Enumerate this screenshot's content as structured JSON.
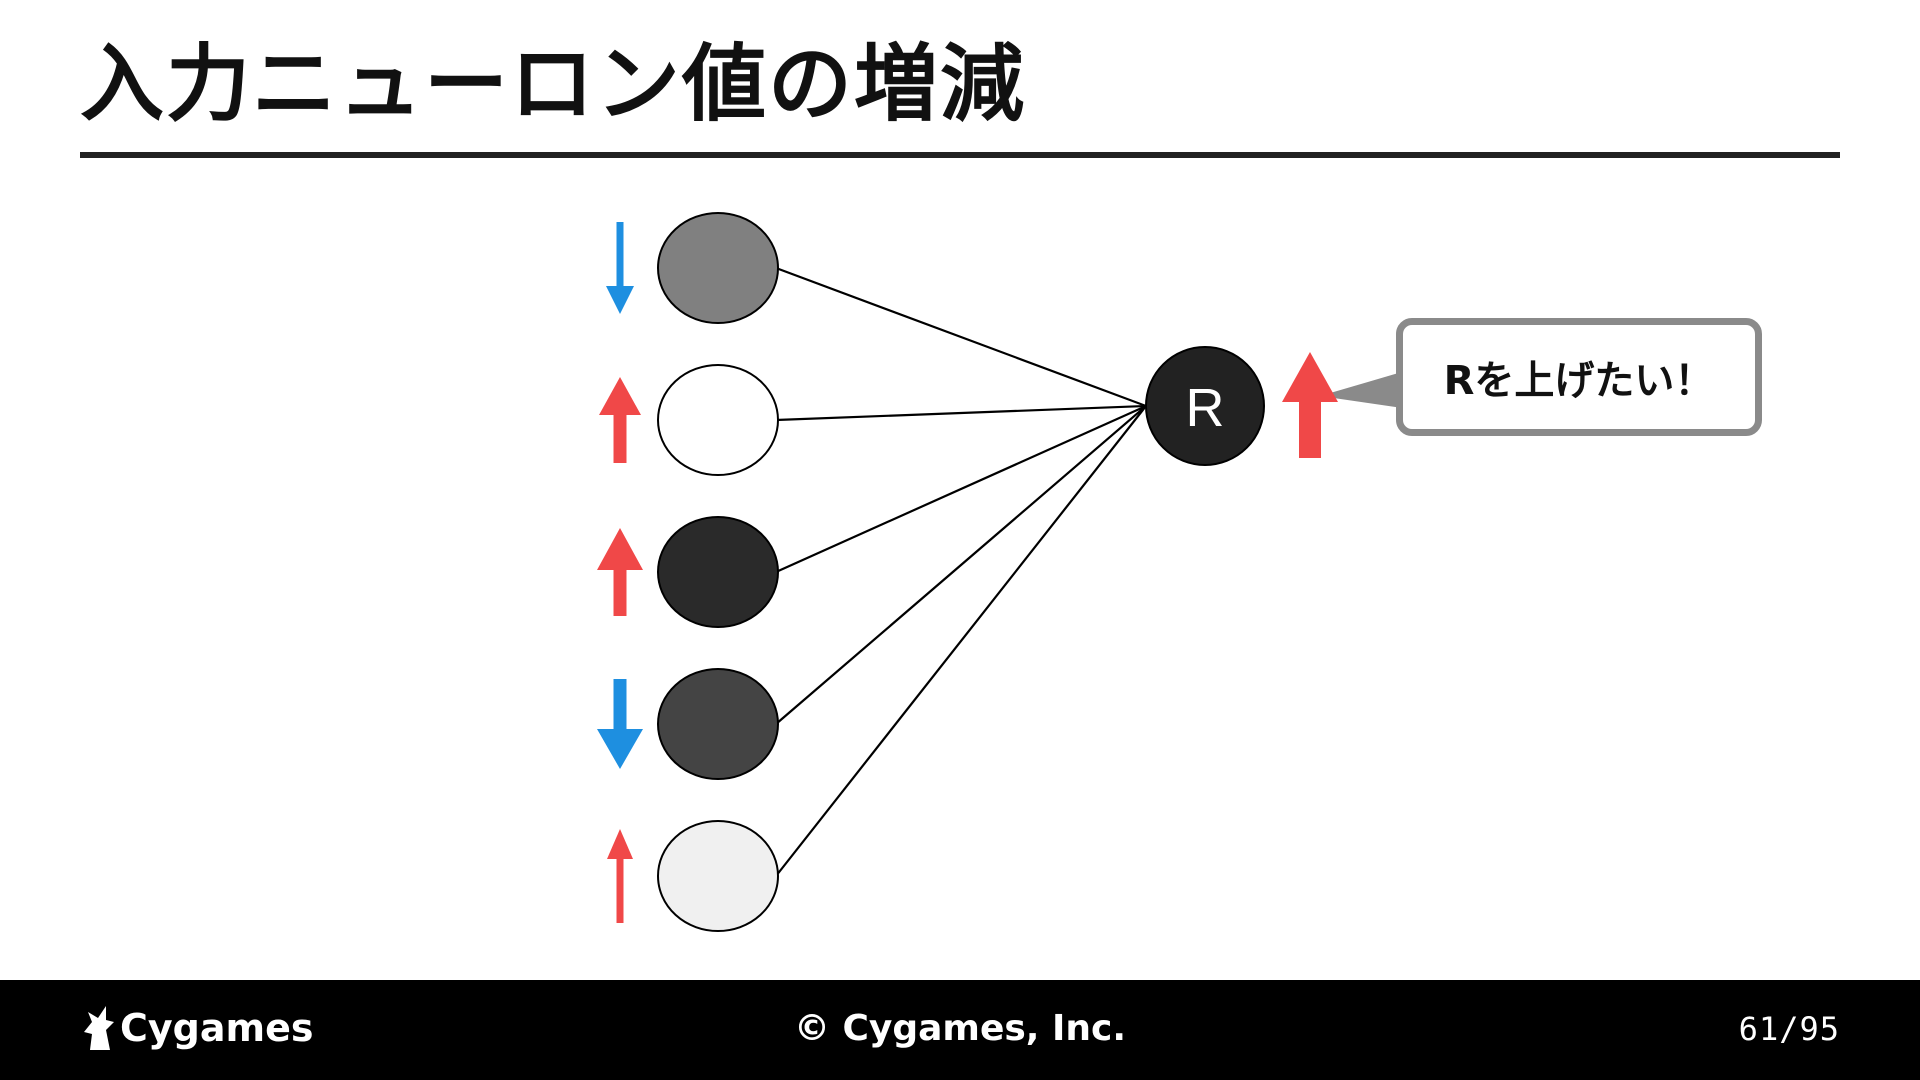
{
  "slide": {
    "title": "入力ニューロン値の増減"
  },
  "diagram": {
    "output_neuron_label": "R",
    "callout_text": "Rを上げたい！",
    "output_arrow_direction": "up",
    "input_neurons": [
      {
        "fill": "#808080",
        "arrow": "down"
      },
      {
        "fill": "#ffffff",
        "arrow": "up"
      },
      {
        "fill": "#2a2a2a",
        "arrow": "up"
      },
      {
        "fill": "#444444",
        "arrow": "down"
      },
      {
        "fill": "#f0f0f0",
        "arrow": "up"
      }
    ],
    "colors": {
      "up_arrow": "#f04848",
      "down_arrow": "#1e8fe0",
      "output_neuron": "#222222",
      "callout_border": "#8a8a8a"
    }
  },
  "footer": {
    "brand": "Cygames",
    "copyright": "© Cygames, Inc.",
    "page": "61/95"
  }
}
